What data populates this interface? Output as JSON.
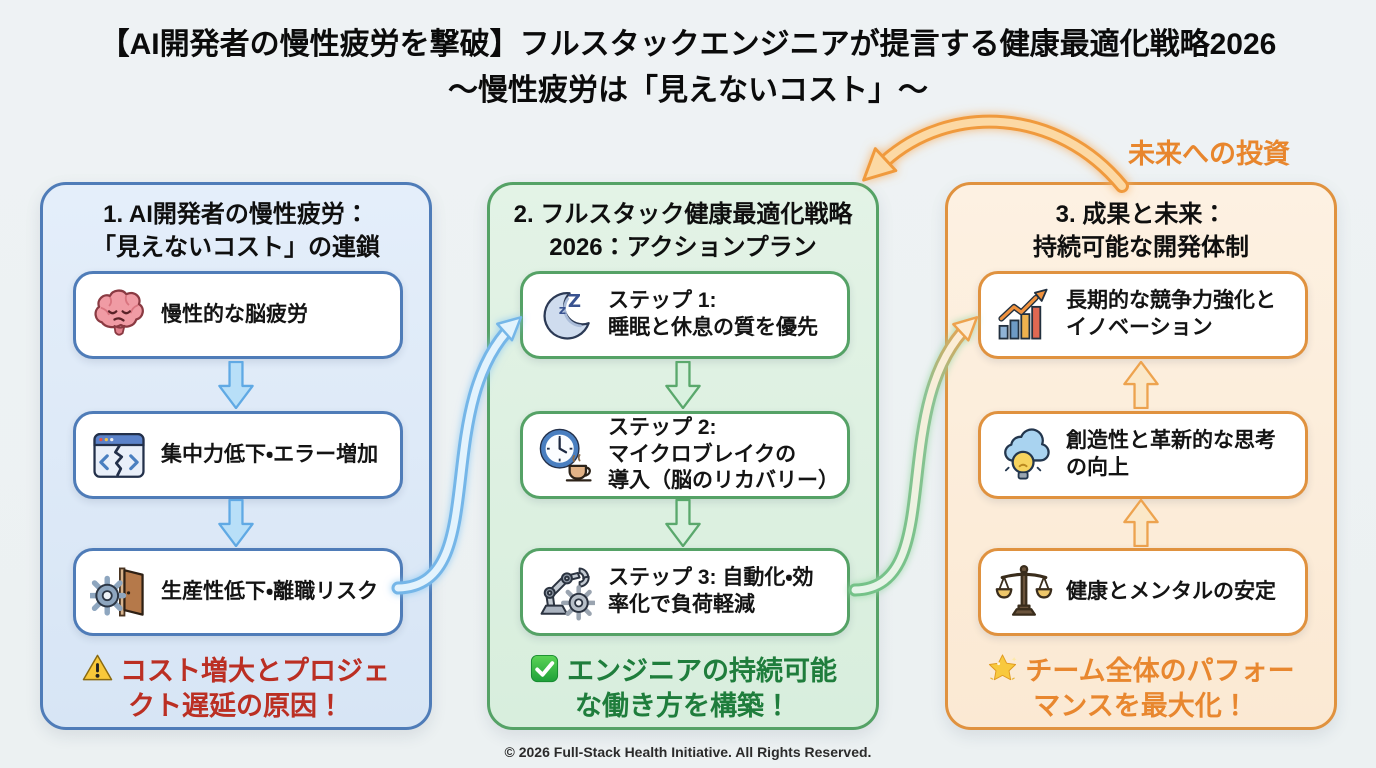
{
  "page": {
    "title_line1": "【AI開発者の慢性疲労を撃破】フルスタックエンジニアが提言する健康最適化戦略2026",
    "title_line2": "～慢性疲労は「見えないコスト」～",
    "future_investment_label": "未来への投資",
    "footer": "© 2026 Full-Stack Health Initiative. All Rights Reserved."
  },
  "panels": [
    {
      "id": "problem-chain",
      "accent_color": "#4f7cb8",
      "title": "1. AI開発者の慢性疲労：\n「見えないコスト」の連鎖",
      "items": [
        {
          "icon": "brain-icon",
          "label": "慢性的な脳疲労"
        },
        {
          "icon": "broken-window-icon",
          "label": "集中力低下・エラー増加"
        },
        {
          "icon": "gear-door-icon",
          "label": "生産性低下・離職リスク"
        }
      ],
      "flow_direction": "down",
      "note": {
        "icon": "warning-icon",
        "text": "コスト増大とプロジェクト遅延の原因！",
        "color": "#bb2f23"
      }
    },
    {
      "id": "action-plan",
      "accent_color": "#55a266",
      "title": "2. フルスタック健康最適化戦略\n2026：アクションプラン",
      "items": [
        {
          "icon": "moon-sleep-icon",
          "label": "ステップ 1:\n睡眠と休息の質を優先"
        },
        {
          "icon": "clock-coffee-icon",
          "label": "ステップ 2:\nマイクロブレイクの\n導入（脳のリカバリー）"
        },
        {
          "icon": "robot-arm-icon",
          "label": "ステップ 3: 自動化・効\n率化で負荷軽減"
        }
      ],
      "flow_direction": "down",
      "note": {
        "icon": "check-icon",
        "text": "エンジニアの持続可能な働き方を構築！",
        "color": "#1f7d3c"
      }
    },
    {
      "id": "outcome-future",
      "accent_color": "#e0923f",
      "title": "3. 成果と未来：\n持続可能な開発体制",
      "items": [
        {
          "icon": "growth-chart-icon",
          "label": "長期的な競争力強化と\nイノベーション"
        },
        {
          "icon": "cloud-bulb-icon",
          "label": "創造性と革新的な思考\nの向上"
        },
        {
          "icon": "scales-icon",
          "label": "健康とメンタルの安定"
        }
      ],
      "flow_direction": "up",
      "note": {
        "icon": "star-icon",
        "text": "チーム全体のパフォーマンスを最大化！",
        "color": "#e8872f"
      }
    }
  ],
  "connectors": [
    {
      "id": "problem-to-plan",
      "color": "#60a9e4",
      "from": "生産性低下・離職リスク",
      "to": "ステップ 1"
    },
    {
      "id": "plan-to-outcome",
      "color": "#5aa86c→#eda34f",
      "from": "ステップ 3",
      "to": "長期的な競争力強化"
    },
    {
      "id": "outcome-to-plan-feedback",
      "color": "#f09a3e",
      "label": "未来への投資",
      "from": "成果と未来",
      "to": "アクションプラン"
    }
  ]
}
